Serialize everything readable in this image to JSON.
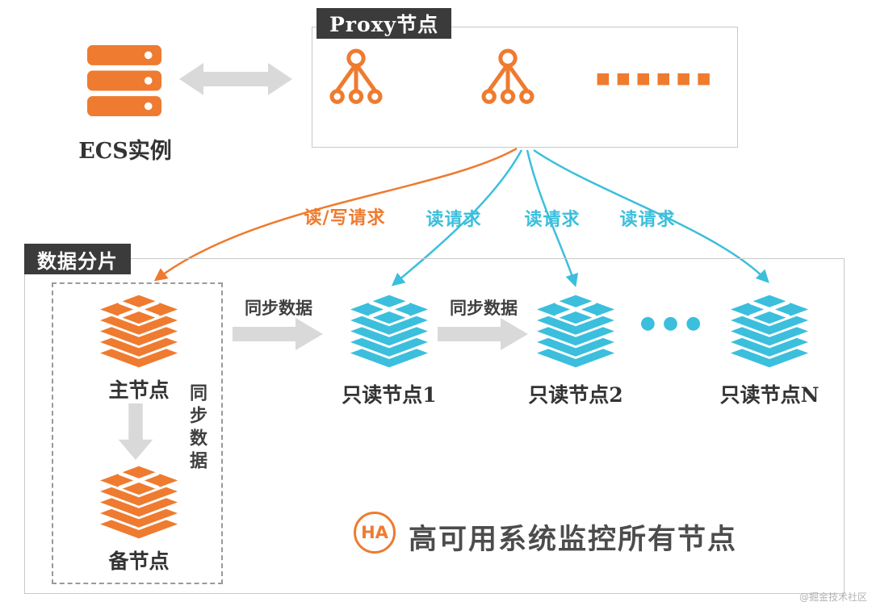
{
  "colors": {
    "orange": "#EE7B2F",
    "blue": "#3BBFDC",
    "gray": "#D9D9D9",
    "dark": "#3B3B3B",
    "text": "#333333"
  },
  "ecs": {
    "label": "ECS实例"
  },
  "proxy": {
    "title": "Proxy节点",
    "ellipsis": "■■■■■■"
  },
  "requests": {
    "read_write": "读/写请求",
    "read1": "读请求",
    "read2": "读请求",
    "read3": "读请求"
  },
  "shard": {
    "title": "数据分片",
    "master_label": "主节点",
    "backup_label": "备节点",
    "sync_vertical": "同步数据",
    "sync_arrow1": "同步数据",
    "sync_arrow2": "同步数据",
    "readonly1_label": "只读节点1",
    "readonly2_label": "只读节点2",
    "readonlyN_label": "只读节点N",
    "ellipsis": "●●●"
  },
  "ha": {
    "badge": "HA",
    "label": "高可用系统监控所有节点"
  },
  "watermark": "@掘金技术社区"
}
